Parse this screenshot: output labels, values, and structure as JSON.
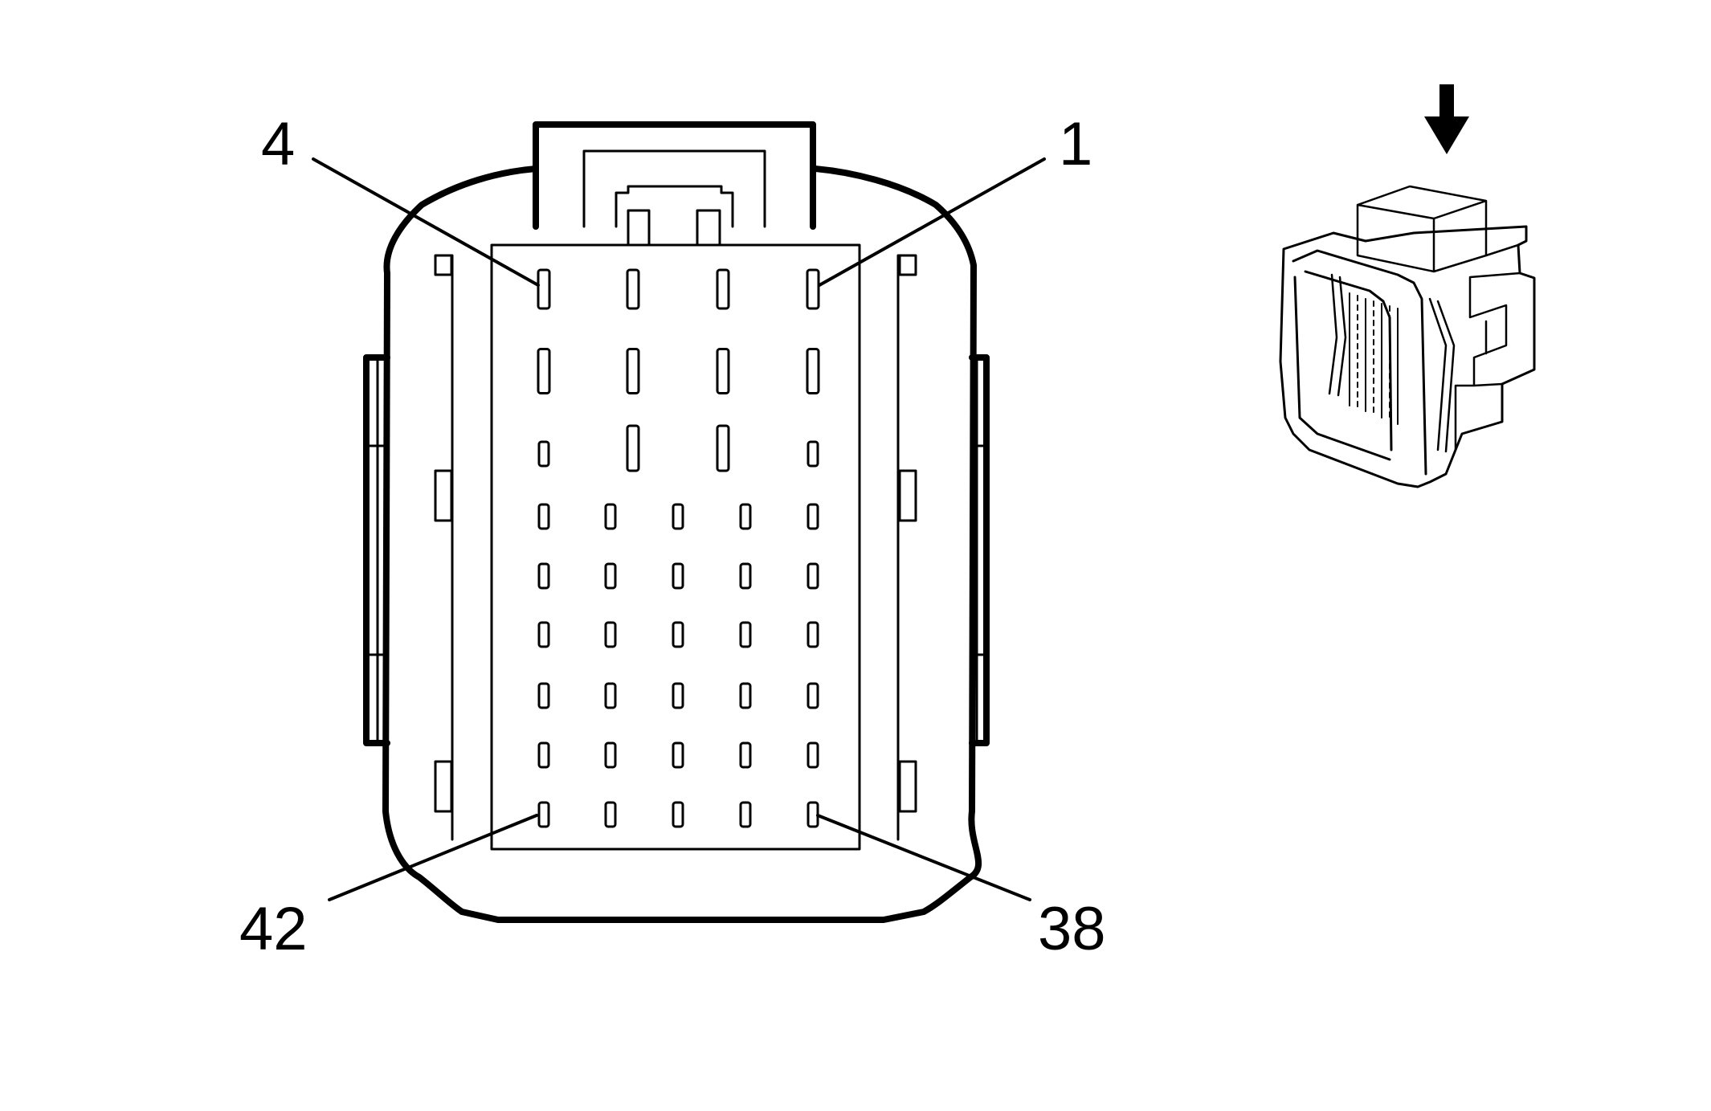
{
  "diagram": {
    "type": "connector-face-view",
    "pin_count": 42,
    "pin_labels": {
      "top_left": "4",
      "top_right": "1",
      "bottom_left": "42",
      "bottom_right": "38"
    },
    "inset_view": {
      "arrow_direction": "down"
    },
    "colors": {
      "line": "#000000",
      "background": "#ffffff"
    }
  }
}
